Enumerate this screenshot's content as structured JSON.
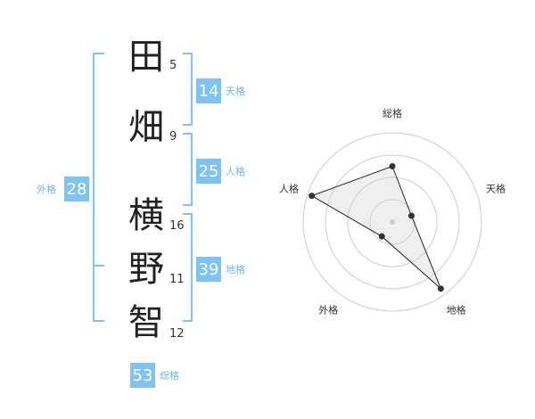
{
  "name_chars": [
    {
      "char": "田",
      "strokes": "5"
    },
    {
      "char": "畑",
      "strokes": "9"
    },
    {
      "char": "横",
      "strokes": "16"
    },
    {
      "char": "野",
      "strokes": "11"
    },
    {
      "char": "智",
      "strokes": "12"
    }
  ],
  "fortunes": {
    "tenkaku": {
      "label": "天格",
      "value": "14"
    },
    "jinkaku": {
      "label": "人格",
      "value": "25"
    },
    "chikaku": {
      "label": "地格",
      "value": "39"
    },
    "gaikaku": {
      "label": "外格",
      "value": "28"
    },
    "soukaku": {
      "label": "総格",
      "value": "53"
    }
  },
  "colors": {
    "accent": "#7ec3f5",
    "bracket": "#7ec3f5",
    "grid": "#cccccc"
  },
  "chart_data": {
    "type": "radar",
    "axes": [
      "総格",
      "天格",
      "地格",
      "外格",
      "人格"
    ],
    "max": 4,
    "values": [
      2.5,
      0.9,
      3.7,
      0.8,
      3.8
    ]
  }
}
